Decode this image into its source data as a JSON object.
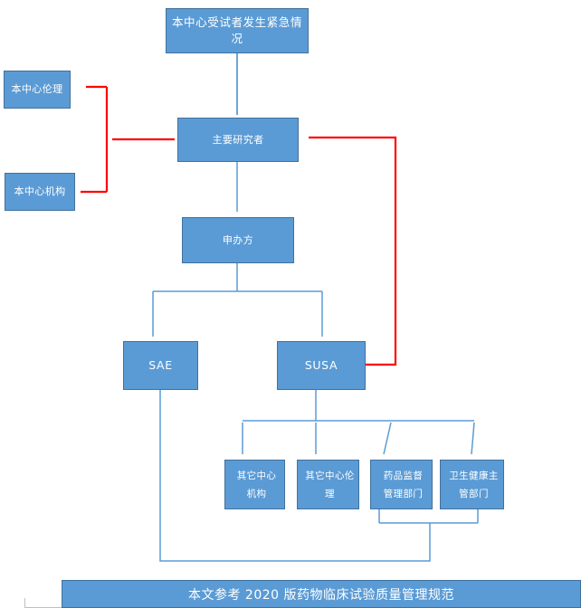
{
  "diagram": {
    "title_caption": "本文参考 2020 版药物临床试验质量管理规范",
    "colors": {
      "node_fill": "#5B9BD5",
      "node_border": "#41719C",
      "blue_connector": "#5B9BD5",
      "red_connector": "#FF0000",
      "node_text": "#FFFFFF"
    },
    "nodes": [
      {
        "id": "emergency",
        "label": "本中心受试者发生紧急情况"
      },
      {
        "id": "center-ethics",
        "label": "本中心伦理"
      },
      {
        "id": "center-org",
        "label": "本中心机构"
      },
      {
        "id": "investigator",
        "label": "主要研究者"
      },
      {
        "id": "sponsor",
        "label": "申办方"
      },
      {
        "id": "sae",
        "label": "SAE"
      },
      {
        "id": "susa",
        "label": "SUSA"
      },
      {
        "id": "other-org",
        "label_line1": "其它中心",
        "label_line2": "机构"
      },
      {
        "id": "other-ethics",
        "label_line1": "其它中心伦",
        "label_line2": "理"
      },
      {
        "id": "drug-admin",
        "label_line1": "药品监督",
        "label_line2": "管理部门"
      },
      {
        "id": "health-admin",
        "label_line1": "卫生健康主",
        "label_line2": "管部门"
      }
    ],
    "edges": [
      {
        "from": "emergency",
        "to": "investigator",
        "color": "blue"
      },
      {
        "from": "investigator",
        "to": "center-ethics",
        "color": "red"
      },
      {
        "from": "investigator",
        "to": "center-org",
        "color": "red"
      },
      {
        "from": "investigator",
        "to": "sponsor",
        "color": "blue"
      },
      {
        "from": "sponsor",
        "to": "sae",
        "color": "blue"
      },
      {
        "from": "sponsor",
        "to": "susa",
        "color": "blue"
      },
      {
        "from": "susa",
        "to": "investigator",
        "color": "red"
      },
      {
        "from": "susa",
        "to": "other-org",
        "color": "blue"
      },
      {
        "from": "susa",
        "to": "other-ethics",
        "color": "blue"
      },
      {
        "from": "susa",
        "to": "drug-admin",
        "color": "blue"
      },
      {
        "from": "susa",
        "to": "health-admin",
        "color": "blue"
      },
      {
        "from": "sae",
        "to": "drug-admin",
        "color": "blue"
      },
      {
        "from": "sae",
        "to": "health-admin",
        "color": "blue"
      }
    ]
  }
}
